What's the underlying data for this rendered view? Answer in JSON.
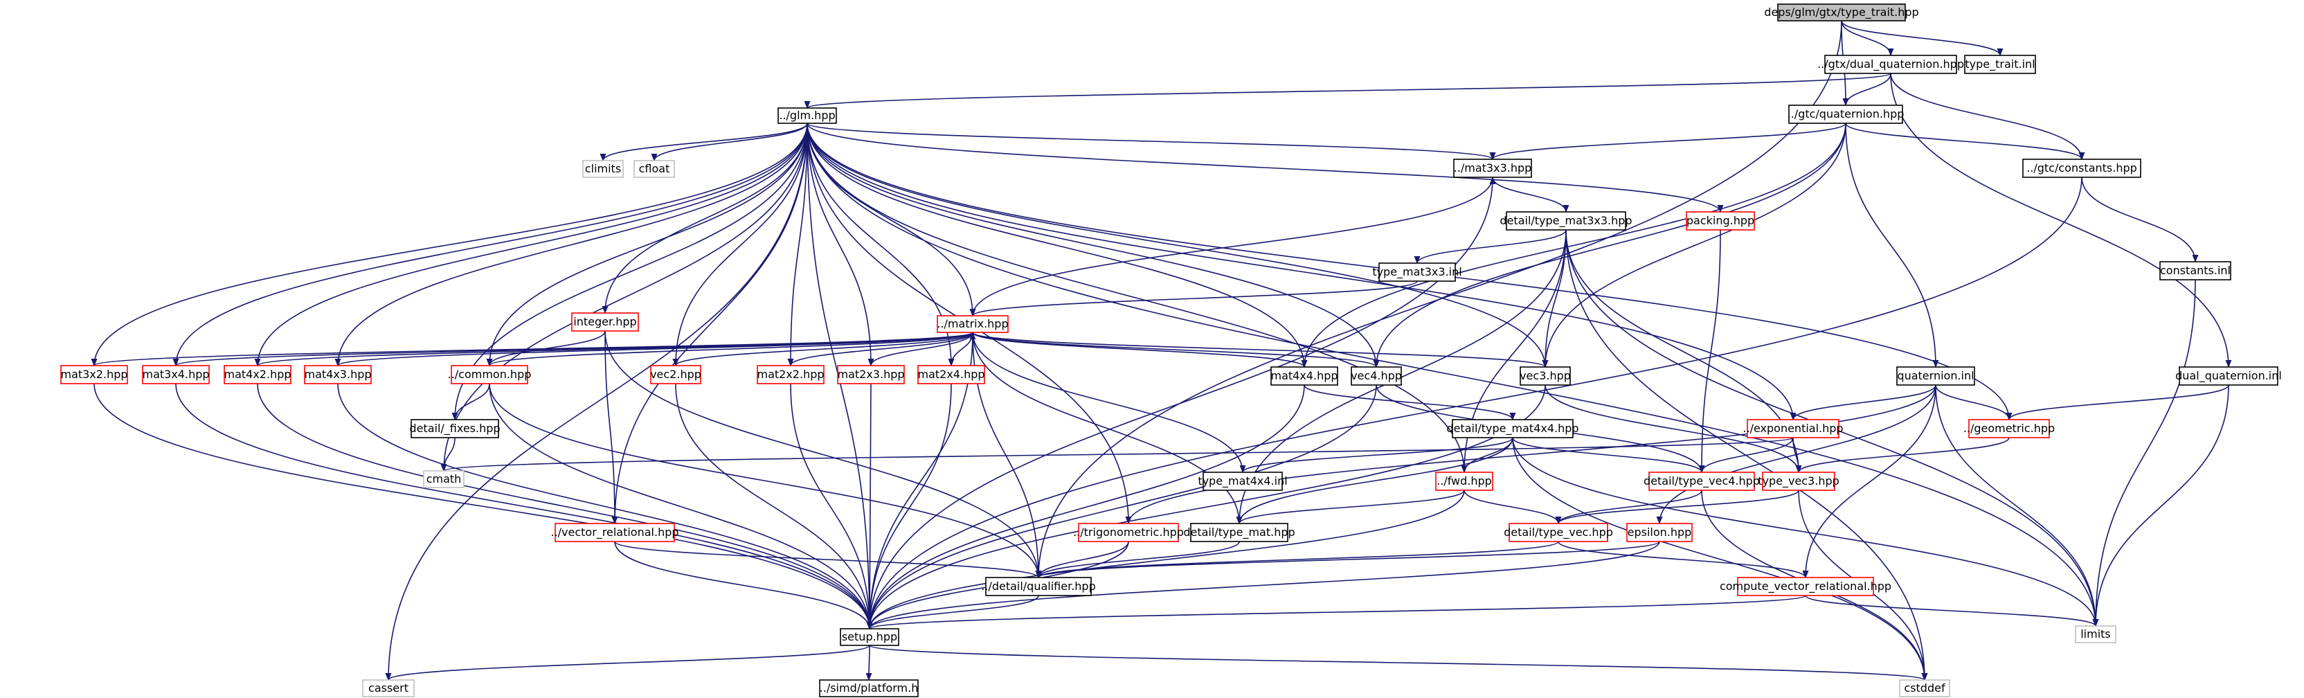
{
  "diagram": {
    "title": "deps/glm/gtx/type_trait.hpp",
    "colors": {
      "edge": "#191970",
      "border_defined": "#000000",
      "border_incomplete": "#ff0000",
      "border_external": "#bfbfbf",
      "fill_root": "#bfbfbf",
      "fill": "#ffffff",
      "text": "#000000"
    },
    "nodes": [
      {
        "id": "root",
        "label": "deps/glm/gtx/type_trait.hpp",
        "style": "root"
      },
      {
        "id": "dual_q",
        "label": "../gtx/dual_quaternion.hpp",
        "style": "black"
      },
      {
        "id": "tt_inl",
        "label": "type_trait.inl",
        "style": "black"
      },
      {
        "id": "glm",
        "label": "../glm.hpp",
        "style": "black"
      },
      {
        "id": "quat",
        "label": "../gtc/quaternion.hpp",
        "style": "black"
      },
      {
        "id": "climits",
        "label": "climits",
        "style": "grey"
      },
      {
        "id": "cfloat",
        "label": "cfloat",
        "style": "grey"
      },
      {
        "id": "mat3x3",
        "label": "../mat3x3.hpp",
        "style": "black"
      },
      {
        "id": "constants",
        "label": "../gtc/constants.hpp",
        "style": "black"
      },
      {
        "id": "dtm3x3",
        "label": "detail/type_mat3x3.hpp",
        "style": "black"
      },
      {
        "id": "packing",
        "label": "packing.hpp",
        "style": "red"
      },
      {
        "id": "tm3x3inl",
        "label": "type_mat3x3.inl",
        "style": "black"
      },
      {
        "id": "consinl",
        "label": "constants.inl",
        "style": "black"
      },
      {
        "id": "integer",
        "label": "integer.hpp",
        "style": "red"
      },
      {
        "id": "matrix",
        "label": "../matrix.hpp",
        "style": "red"
      },
      {
        "id": "mat3x2",
        "label": "mat3x2.hpp",
        "style": "red"
      },
      {
        "id": "mat3x4",
        "label": "mat3x4.hpp",
        "style": "red"
      },
      {
        "id": "mat4x2",
        "label": "mat4x2.hpp",
        "style": "red"
      },
      {
        "id": "mat4x3",
        "label": "mat4x3.hpp",
        "style": "red"
      },
      {
        "id": "common",
        "label": "../common.hpp",
        "style": "red"
      },
      {
        "id": "vec2",
        "label": "vec2.hpp",
        "style": "red"
      },
      {
        "id": "mat2x2",
        "label": "mat2x2.hpp",
        "style": "red"
      },
      {
        "id": "mat2x3",
        "label": "mat2x3.hpp",
        "style": "red"
      },
      {
        "id": "mat2x4",
        "label": "mat2x4.hpp",
        "style": "red"
      },
      {
        "id": "mat4x4",
        "label": "mat4x4.hpp",
        "style": "black"
      },
      {
        "id": "vec4",
        "label": "vec4.hpp",
        "style": "black"
      },
      {
        "id": "vec3",
        "label": "vec3.hpp",
        "style": "black"
      },
      {
        "id": "quatinl",
        "label": "quaternion.inl",
        "style": "black"
      },
      {
        "id": "dualinl",
        "label": "dual_quaternion.inl",
        "style": "black"
      },
      {
        "id": "fixes",
        "label": "detail/_fixes.hpp",
        "style": "black"
      },
      {
        "id": "cmath",
        "label": "cmath",
        "style": "grey"
      },
      {
        "id": "dtm4x4",
        "label": "detail/type_mat4x4.hpp",
        "style": "black"
      },
      {
        "id": "expo",
        "label": "../exponential.hpp",
        "style": "red"
      },
      {
        "id": "geom",
        "label": "../geometric.hpp",
        "style": "red"
      },
      {
        "id": "tm4x4inl",
        "label": "type_mat4x4.inl",
        "style": "black"
      },
      {
        "id": "dtv4",
        "label": "detail/type_vec4.hpp",
        "style": "red"
      },
      {
        "id": "tvec3",
        "label": "type_vec3.hpp",
        "style": "red"
      },
      {
        "id": "fwd",
        "label": "../fwd.hpp",
        "style": "red"
      },
      {
        "id": "vecrel",
        "label": "../vector_relational.hpp",
        "style": "red"
      },
      {
        "id": "trig",
        "label": "../trigonometric.hpp",
        "style": "red"
      },
      {
        "id": "dtmat",
        "label": "detail/type_mat.hpp",
        "style": "black"
      },
      {
        "id": "dtvec",
        "label": "detail/type_vec.hpp",
        "style": "red"
      },
      {
        "id": "epsilon",
        "label": "epsilon.hpp",
        "style": "red"
      },
      {
        "id": "qual",
        "label": "../detail/qualifier.hpp",
        "style": "black"
      },
      {
        "id": "cvr",
        "label": "compute_vector_relational.hpp",
        "style": "red"
      },
      {
        "id": "limits",
        "label": "limits",
        "style": "grey"
      },
      {
        "id": "setup",
        "label": "setup.hpp",
        "style": "black"
      },
      {
        "id": "cassert",
        "label": "cassert",
        "style": "grey"
      },
      {
        "id": "simd",
        "label": "../simd/platform.h",
        "style": "black"
      },
      {
        "id": "cstddef",
        "label": "cstddef",
        "style": "grey"
      }
    ]
  }
}
